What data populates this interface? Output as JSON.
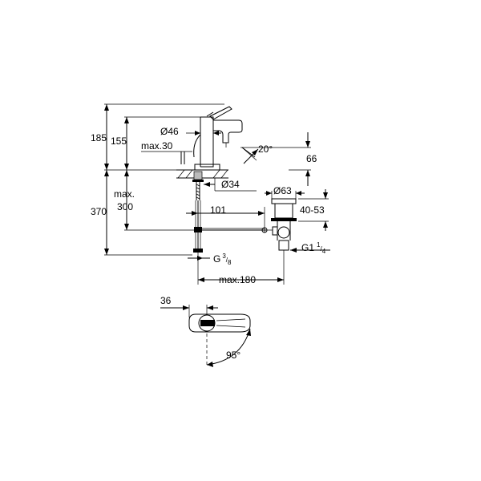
{
  "dimensions": {
    "h185": "185",
    "h155": "155",
    "d46": "Ø46",
    "max30": "max.30",
    "ang20": "20°",
    "h66": "66",
    "d34": "Ø34",
    "d63": "Ø63",
    "max_label": "max.",
    "h300": "300",
    "h370": "370",
    "w101": "101",
    "r4053": "40-53",
    "g1_base": "G1",
    "g1_num": "1",
    "g1_den": "4",
    "g38_base": "G",
    "g38_num": "3",
    "g38_den": "8",
    "max180": "max.180",
    "w36": "36",
    "ang95": "95°"
  }
}
